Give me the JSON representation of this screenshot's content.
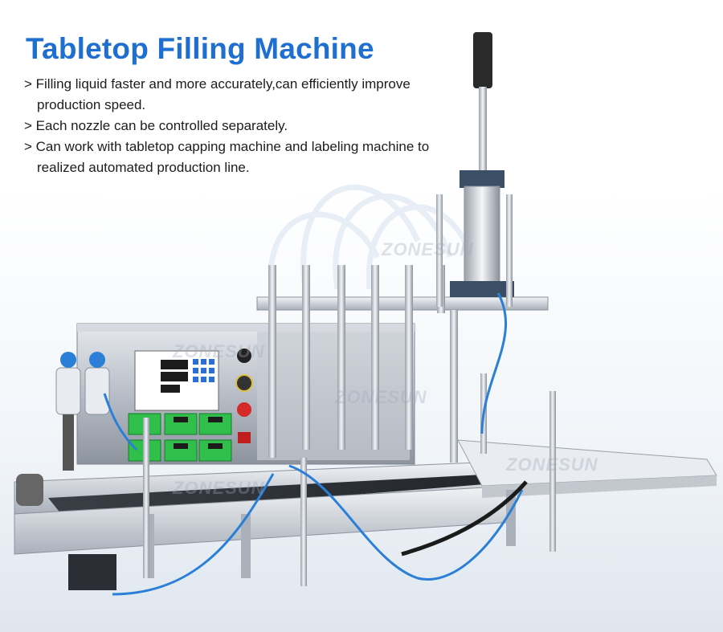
{
  "title": "Tabletop Filling Machine",
  "bullets": [
    "> Filling liquid faster and more accurately,can efficiently improve production speed.",
    "> Each nozzle can be controlled separately.",
    "> Can work with tabletop capping machine and labeling machine to realized automated production line."
  ],
  "watermark": "ZONESUN",
  "colors": {
    "title": "#1f6fd0",
    "panel_green": "#2fbf4a",
    "machine_steel": "#b9bec6",
    "tubing_blue": "#2b7fd6"
  }
}
